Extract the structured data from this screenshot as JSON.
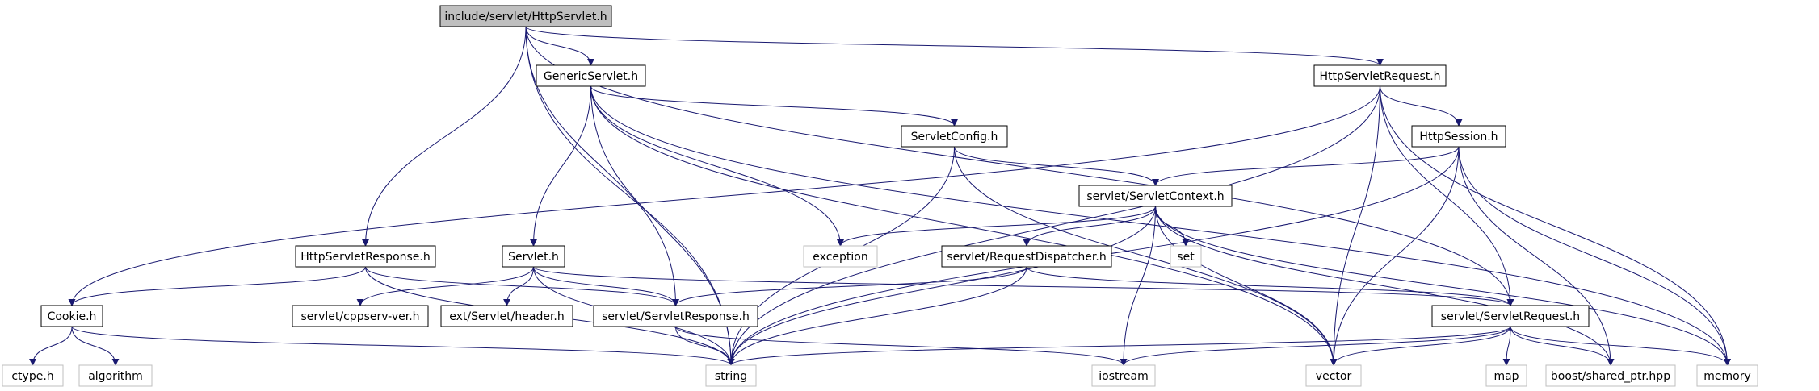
{
  "colors": {
    "edge": "#191970",
    "main_fill": "#bfbfbf",
    "node_border": "#000000",
    "external_border": "#bfbfbf"
  },
  "nodes": [
    {
      "id": "httpservlet",
      "label": "include/servlet/HttpServlet.h",
      "style": "main"
    },
    {
      "id": "genericservlet",
      "label": "GenericServlet.h",
      "style": "doc"
    },
    {
      "id": "httpservletrequest",
      "label": "HttpServletRequest.h",
      "style": "doc"
    },
    {
      "id": "servletconfig",
      "label": "ServletConfig.h",
      "style": "doc"
    },
    {
      "id": "httpsession",
      "label": "HttpSession.h",
      "style": "doc"
    },
    {
      "id": "servletcontext",
      "label": "servlet/ServletContext.h",
      "style": "doc"
    },
    {
      "id": "httpservletresponse",
      "label": "HttpServletResponse.h",
      "style": "doc"
    },
    {
      "id": "servlet",
      "label": "Servlet.h",
      "style": "doc"
    },
    {
      "id": "exception",
      "label": "exception",
      "style": "ext"
    },
    {
      "id": "set",
      "label": "set",
      "style": "ext"
    },
    {
      "id": "requestdispatcher",
      "label": "servlet/RequestDispatcher.h",
      "style": "doc"
    },
    {
      "id": "cookie",
      "label": "Cookie.h",
      "style": "doc"
    },
    {
      "id": "cppservver",
      "label": "servlet/cppserv-ver.h",
      "style": "doc"
    },
    {
      "id": "header",
      "label": "ext/Servlet/header.h",
      "style": "doc"
    },
    {
      "id": "servletresponse",
      "label": "servlet/ServletResponse.h",
      "style": "doc"
    },
    {
      "id": "servletrequest",
      "label": "servlet/ServletRequest.h",
      "style": "doc"
    },
    {
      "id": "ctype",
      "label": "ctype.h",
      "style": "ext"
    },
    {
      "id": "algorithm",
      "label": "algorithm",
      "style": "ext"
    },
    {
      "id": "string",
      "label": "string",
      "style": "ext"
    },
    {
      "id": "iostream",
      "label": "iostream",
      "style": "ext"
    },
    {
      "id": "vector",
      "label": "vector",
      "style": "ext"
    },
    {
      "id": "map",
      "label": "map",
      "style": "ext"
    },
    {
      "id": "sharedptr",
      "label": "boost/shared_ptr.hpp",
      "style": "ext"
    },
    {
      "id": "memory",
      "label": "memory",
      "style": "ext"
    }
  ],
  "edges": [
    [
      "httpservlet",
      "genericservlet"
    ],
    [
      "httpservlet",
      "httpservletrequest"
    ],
    [
      "httpservlet",
      "httpservletresponse"
    ],
    [
      "httpservlet",
      "string"
    ],
    [
      "httpservlet",
      "servletresponse"
    ],
    [
      "httpservlet",
      "servletrequest"
    ],
    [
      "genericservlet",
      "servletconfig"
    ],
    [
      "genericservlet",
      "servlet"
    ],
    [
      "genericservlet",
      "exception"
    ],
    [
      "genericservlet",
      "string"
    ],
    [
      "genericservlet",
      "vector"
    ],
    [
      "genericservlet",
      "memory"
    ],
    [
      "httpservletrequest",
      "httpsession"
    ],
    [
      "httpservletrequest",
      "servletrequest"
    ],
    [
      "httpservletrequest",
      "cookie"
    ],
    [
      "httpservletrequest",
      "string"
    ],
    [
      "httpservletrequest",
      "vector"
    ],
    [
      "httpservletrequest",
      "memory"
    ],
    [
      "servletconfig",
      "servletcontext"
    ],
    [
      "servletconfig",
      "string"
    ],
    [
      "servletconfig",
      "vector"
    ],
    [
      "httpsession",
      "servletcontext"
    ],
    [
      "httpsession",
      "string"
    ],
    [
      "httpsession",
      "vector"
    ],
    [
      "httpsession",
      "sharedptr"
    ],
    [
      "httpsession",
      "memory"
    ],
    [
      "servletcontext",
      "exception"
    ],
    [
      "servletcontext",
      "set"
    ],
    [
      "servletcontext",
      "requestdispatcher"
    ],
    [
      "servletcontext",
      "string"
    ],
    [
      "servletcontext",
      "iostream"
    ],
    [
      "servletcontext",
      "vector"
    ],
    [
      "servletcontext",
      "sharedptr"
    ],
    [
      "servletcontext",
      "memory"
    ],
    [
      "httpservletresponse",
      "cookie"
    ],
    [
      "httpservletresponse",
      "servletresponse"
    ],
    [
      "httpservletresponse",
      "string"
    ],
    [
      "servlet",
      "cppservver"
    ],
    [
      "servlet",
      "header"
    ],
    [
      "servlet",
      "servletresponse"
    ],
    [
      "servlet",
      "servletrequest"
    ],
    [
      "servlet",
      "string"
    ],
    [
      "requestdispatcher",
      "servletresponse"
    ],
    [
      "requestdispatcher",
      "servletrequest"
    ],
    [
      "requestdispatcher",
      "string"
    ],
    [
      "cookie",
      "ctype"
    ],
    [
      "cookie",
      "algorithm"
    ],
    [
      "cookie",
      "string"
    ],
    [
      "servletresponse",
      "string"
    ],
    [
      "servletresponse",
      "iostream"
    ],
    [
      "servletrequest",
      "string"
    ],
    [
      "servletrequest",
      "iostream"
    ],
    [
      "servletrequest",
      "vector"
    ],
    [
      "servletrequest",
      "map"
    ],
    [
      "servletrequest",
      "sharedptr"
    ],
    [
      "servletrequest",
      "memory"
    ]
  ]
}
